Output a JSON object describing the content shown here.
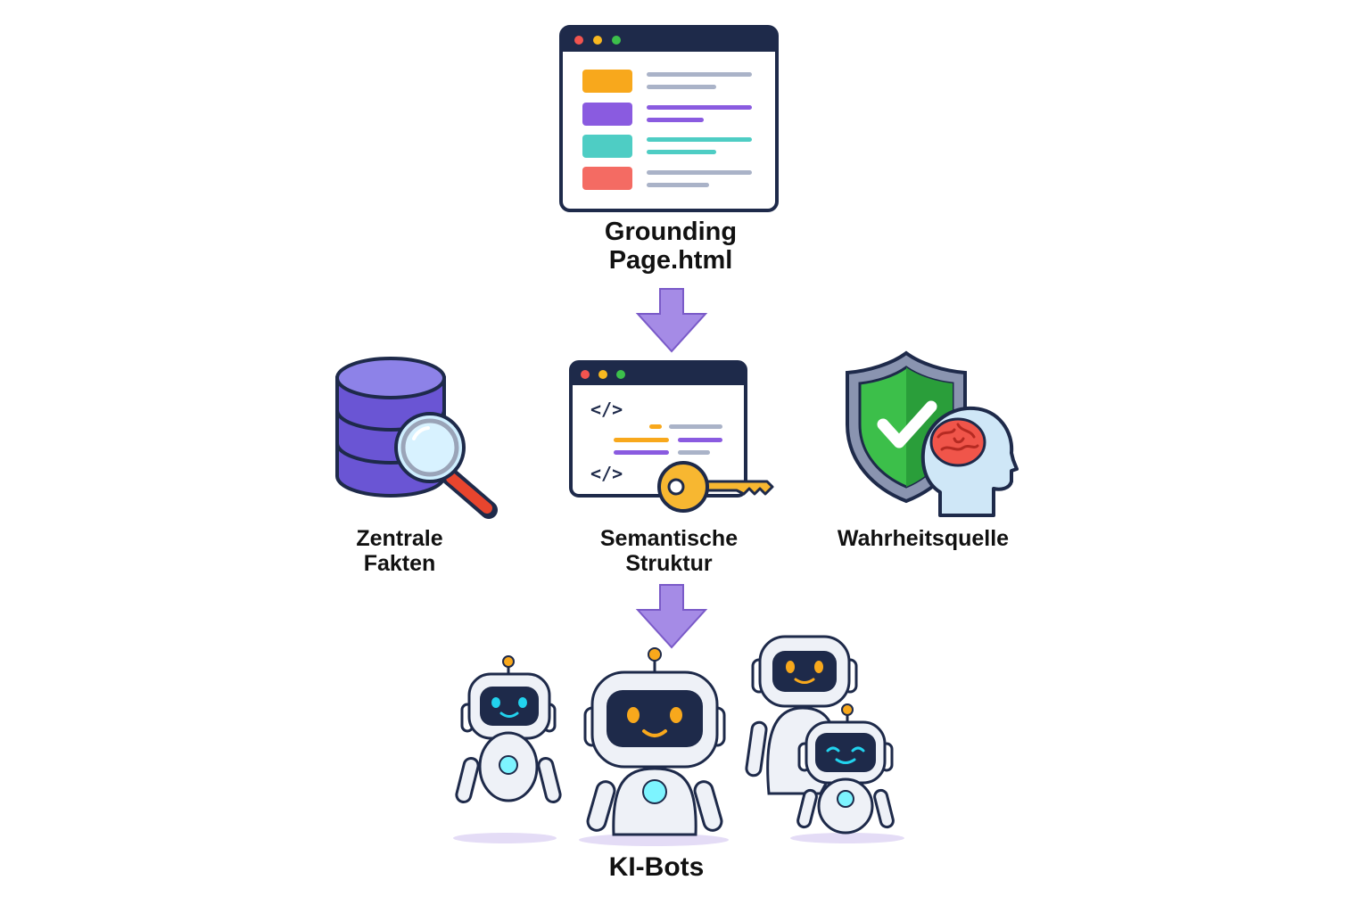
{
  "nodes": {
    "grounding_page": {
      "label_line1": "Grounding",
      "label_line2": "Page.html",
      "icon": "browser-window-icon"
    },
    "central_facts": {
      "label_line1": "Zentrale",
      "label_line2": "Fakten",
      "icon": "database-search-icon"
    },
    "semantic_structure": {
      "label_line1": "Semantische",
      "label_line2": "Struktur",
      "icon": "code-key-icon"
    },
    "source_of_truth": {
      "label": "Wahrheitsquelle",
      "icon": "shield-brain-icon"
    },
    "ai_bots": {
      "label": "KI-Bots",
      "icon": "robots-icon"
    }
  },
  "colors": {
    "arrow": "#8f6ed6",
    "window_frame": "#1e2a4a",
    "accent_orange": "#f8a81c",
    "accent_purple": "#8a5be0",
    "accent_teal": "#4ecdc4",
    "accent_red": "#f46b63",
    "shield_green": "#3cbf4a",
    "key_gold": "#f7b731"
  }
}
